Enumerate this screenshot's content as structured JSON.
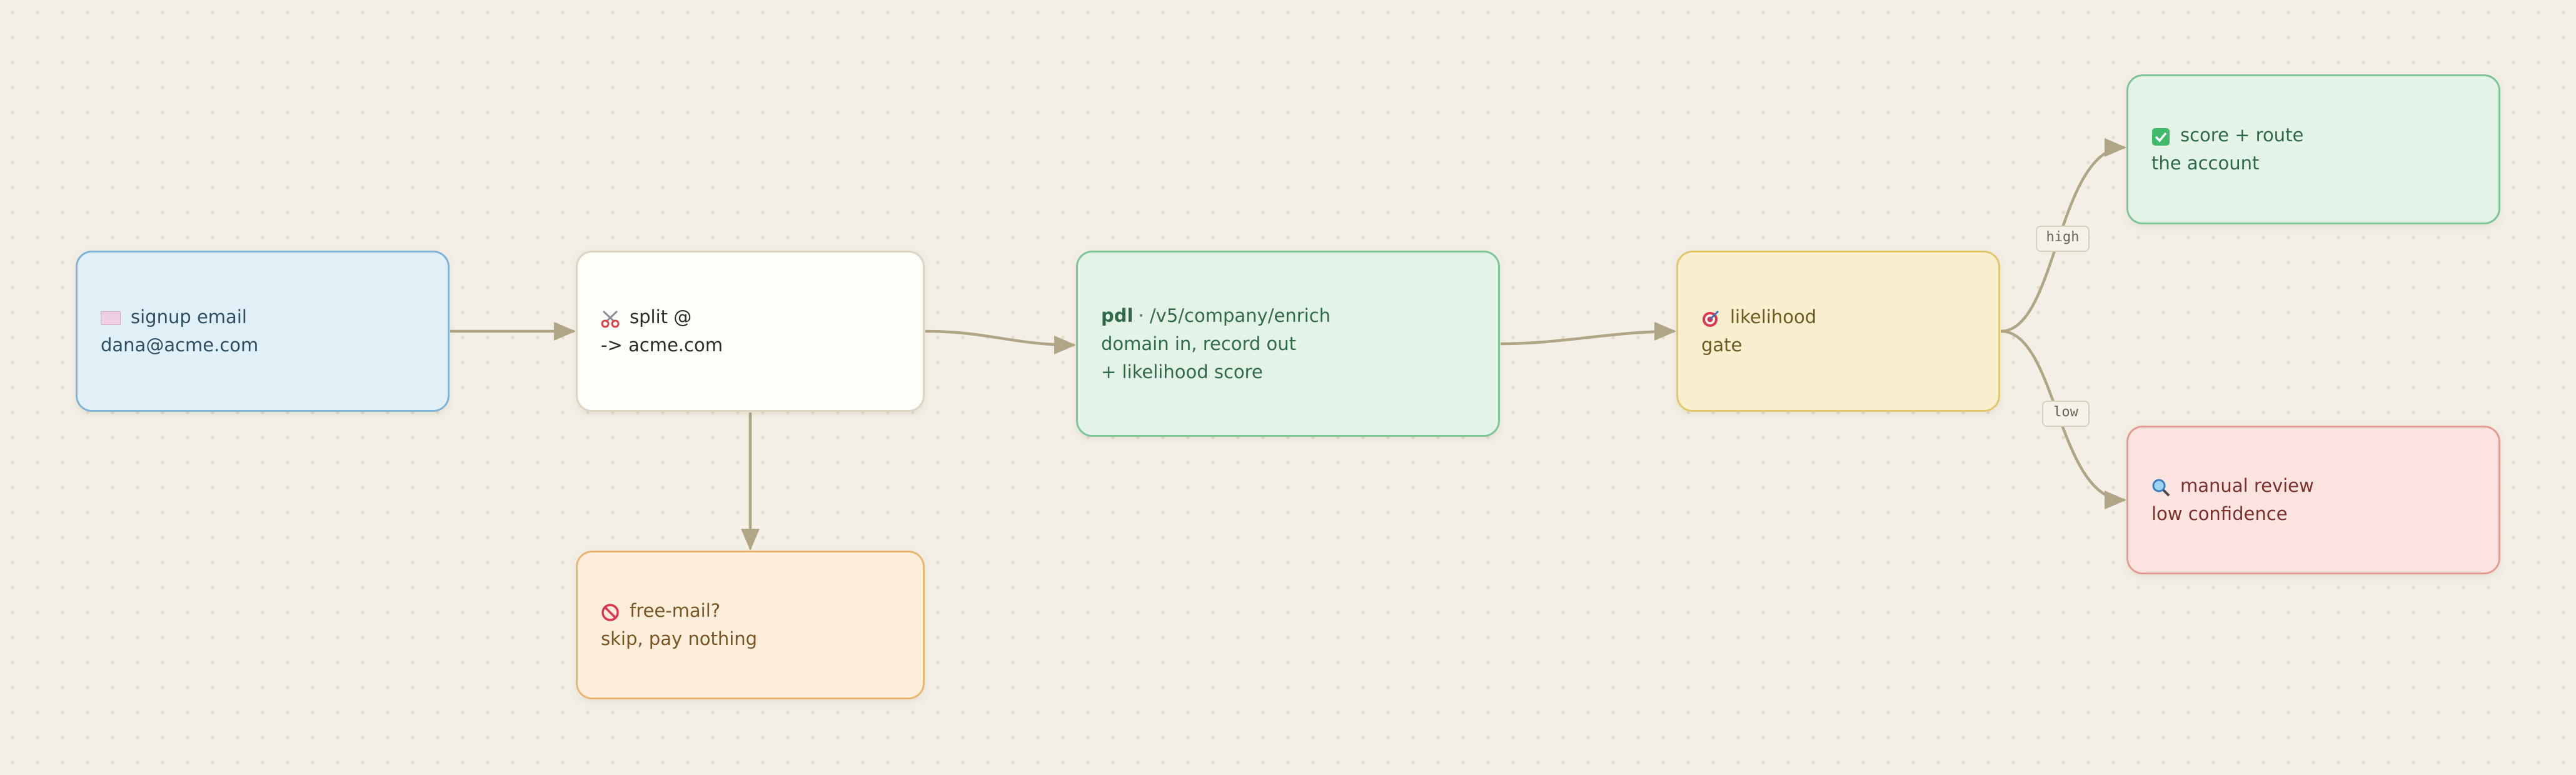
{
  "colors": {
    "edge": "#b0a585",
    "canvas": "#f3efe6"
  },
  "nodes": {
    "signup": {
      "icon": "envelope-icon",
      "line1": "signup email",
      "line2": "dana@acme.com"
    },
    "split": {
      "icon": "scissors-icon",
      "line1": "split @",
      "line2": "-> acme.com"
    },
    "freemail": {
      "icon": "prohibited-icon",
      "line1": "free-mail?",
      "line2": "skip, pay nothing"
    },
    "pdl": {
      "brand": "pdl",
      "line1": "· /v5/company/enrich",
      "line2": "domain in, record out",
      "line3": "+ likelihood score"
    },
    "gate": {
      "icon": "target-icon",
      "line1": "likelihood",
      "line2": "gate"
    },
    "score": {
      "icon": "check-box-icon",
      "line1": "score + route",
      "line2": "the account"
    },
    "review": {
      "icon": "magnifier-icon",
      "line1": "manual review",
      "line2": "low confidence"
    }
  },
  "edge_labels": {
    "high": "high",
    "low": "low"
  }
}
